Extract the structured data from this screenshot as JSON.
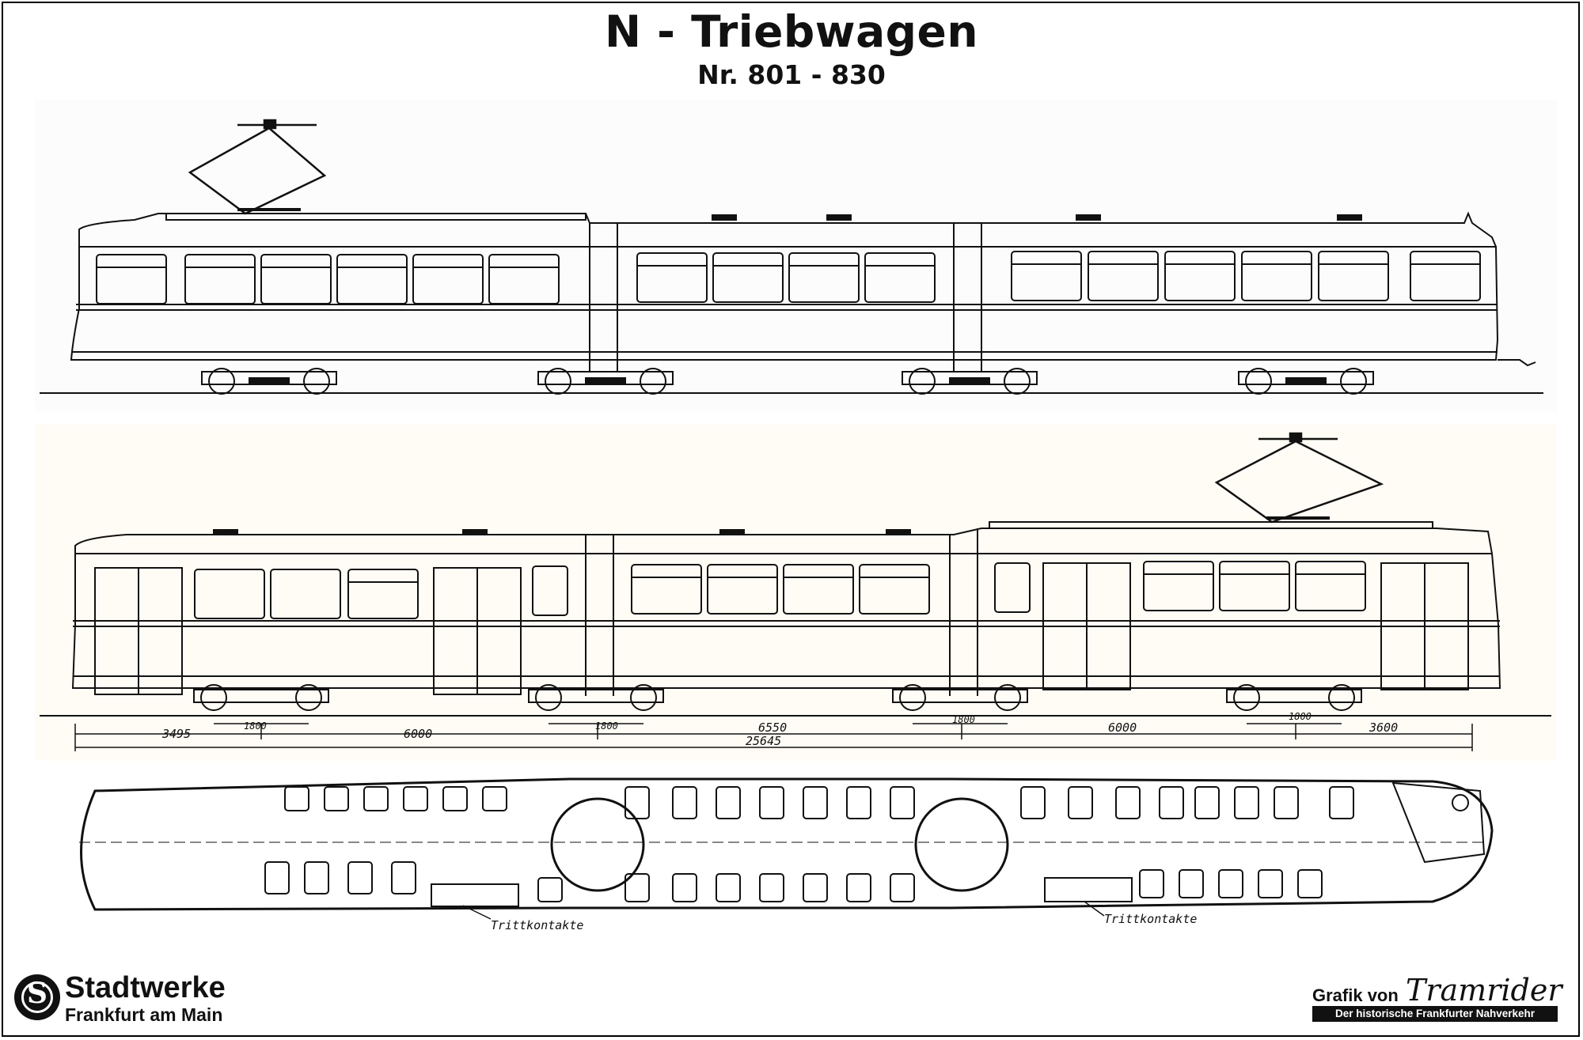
{
  "header": {
    "title": "N - Triebwagen",
    "subtitle": "Nr. 801 - 830"
  },
  "drawing": {
    "dimensions": {
      "end_overhang_left": "3495",
      "bogie_spacing_1": "6000",
      "middle_spacing": "6550",
      "bogie_spacing_2": "6000",
      "end_overhang_right": "3600",
      "overall_length": "25645",
      "wheelbase": "1800"
    },
    "plan_labels": {
      "step_contacts_left": "Trittkontakte",
      "step_contacts_right": "Trittkontakte"
    }
  },
  "footer": {
    "logo_icon": "stadtwerke-s-logo",
    "brand_name": "Stadtwerke",
    "brand_city": "Frankfurt am Main",
    "credit_prefix": "Grafik von",
    "credit_name": "Tramrider",
    "credit_tagline": "Der historische Frankfurter Nahverkehr"
  }
}
